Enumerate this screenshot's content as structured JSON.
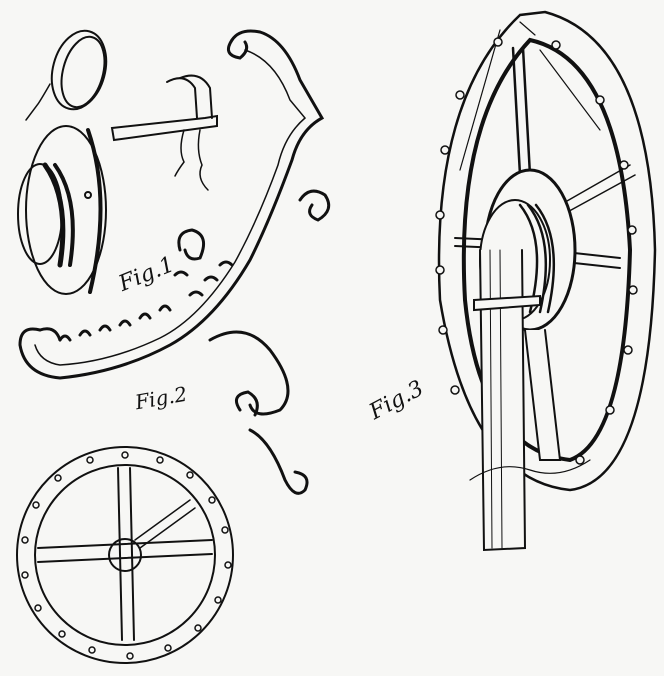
{
  "plate": {
    "figures": [
      {
        "id": "fig1",
        "label": "Fig.1",
        "description": "ornate scrolled frame with ring, disc and bracket parts"
      },
      {
        "id": "fig2",
        "label": "Fig.2",
        "description": "spoked wheel with studded rim, front view"
      },
      {
        "id": "fig3",
        "label": "Fig.3",
        "description": "spoked wheel with hub and post, perspective view"
      }
    ],
    "colors": {
      "paper": "#f7f7f5",
      "ink": "#111111"
    }
  }
}
